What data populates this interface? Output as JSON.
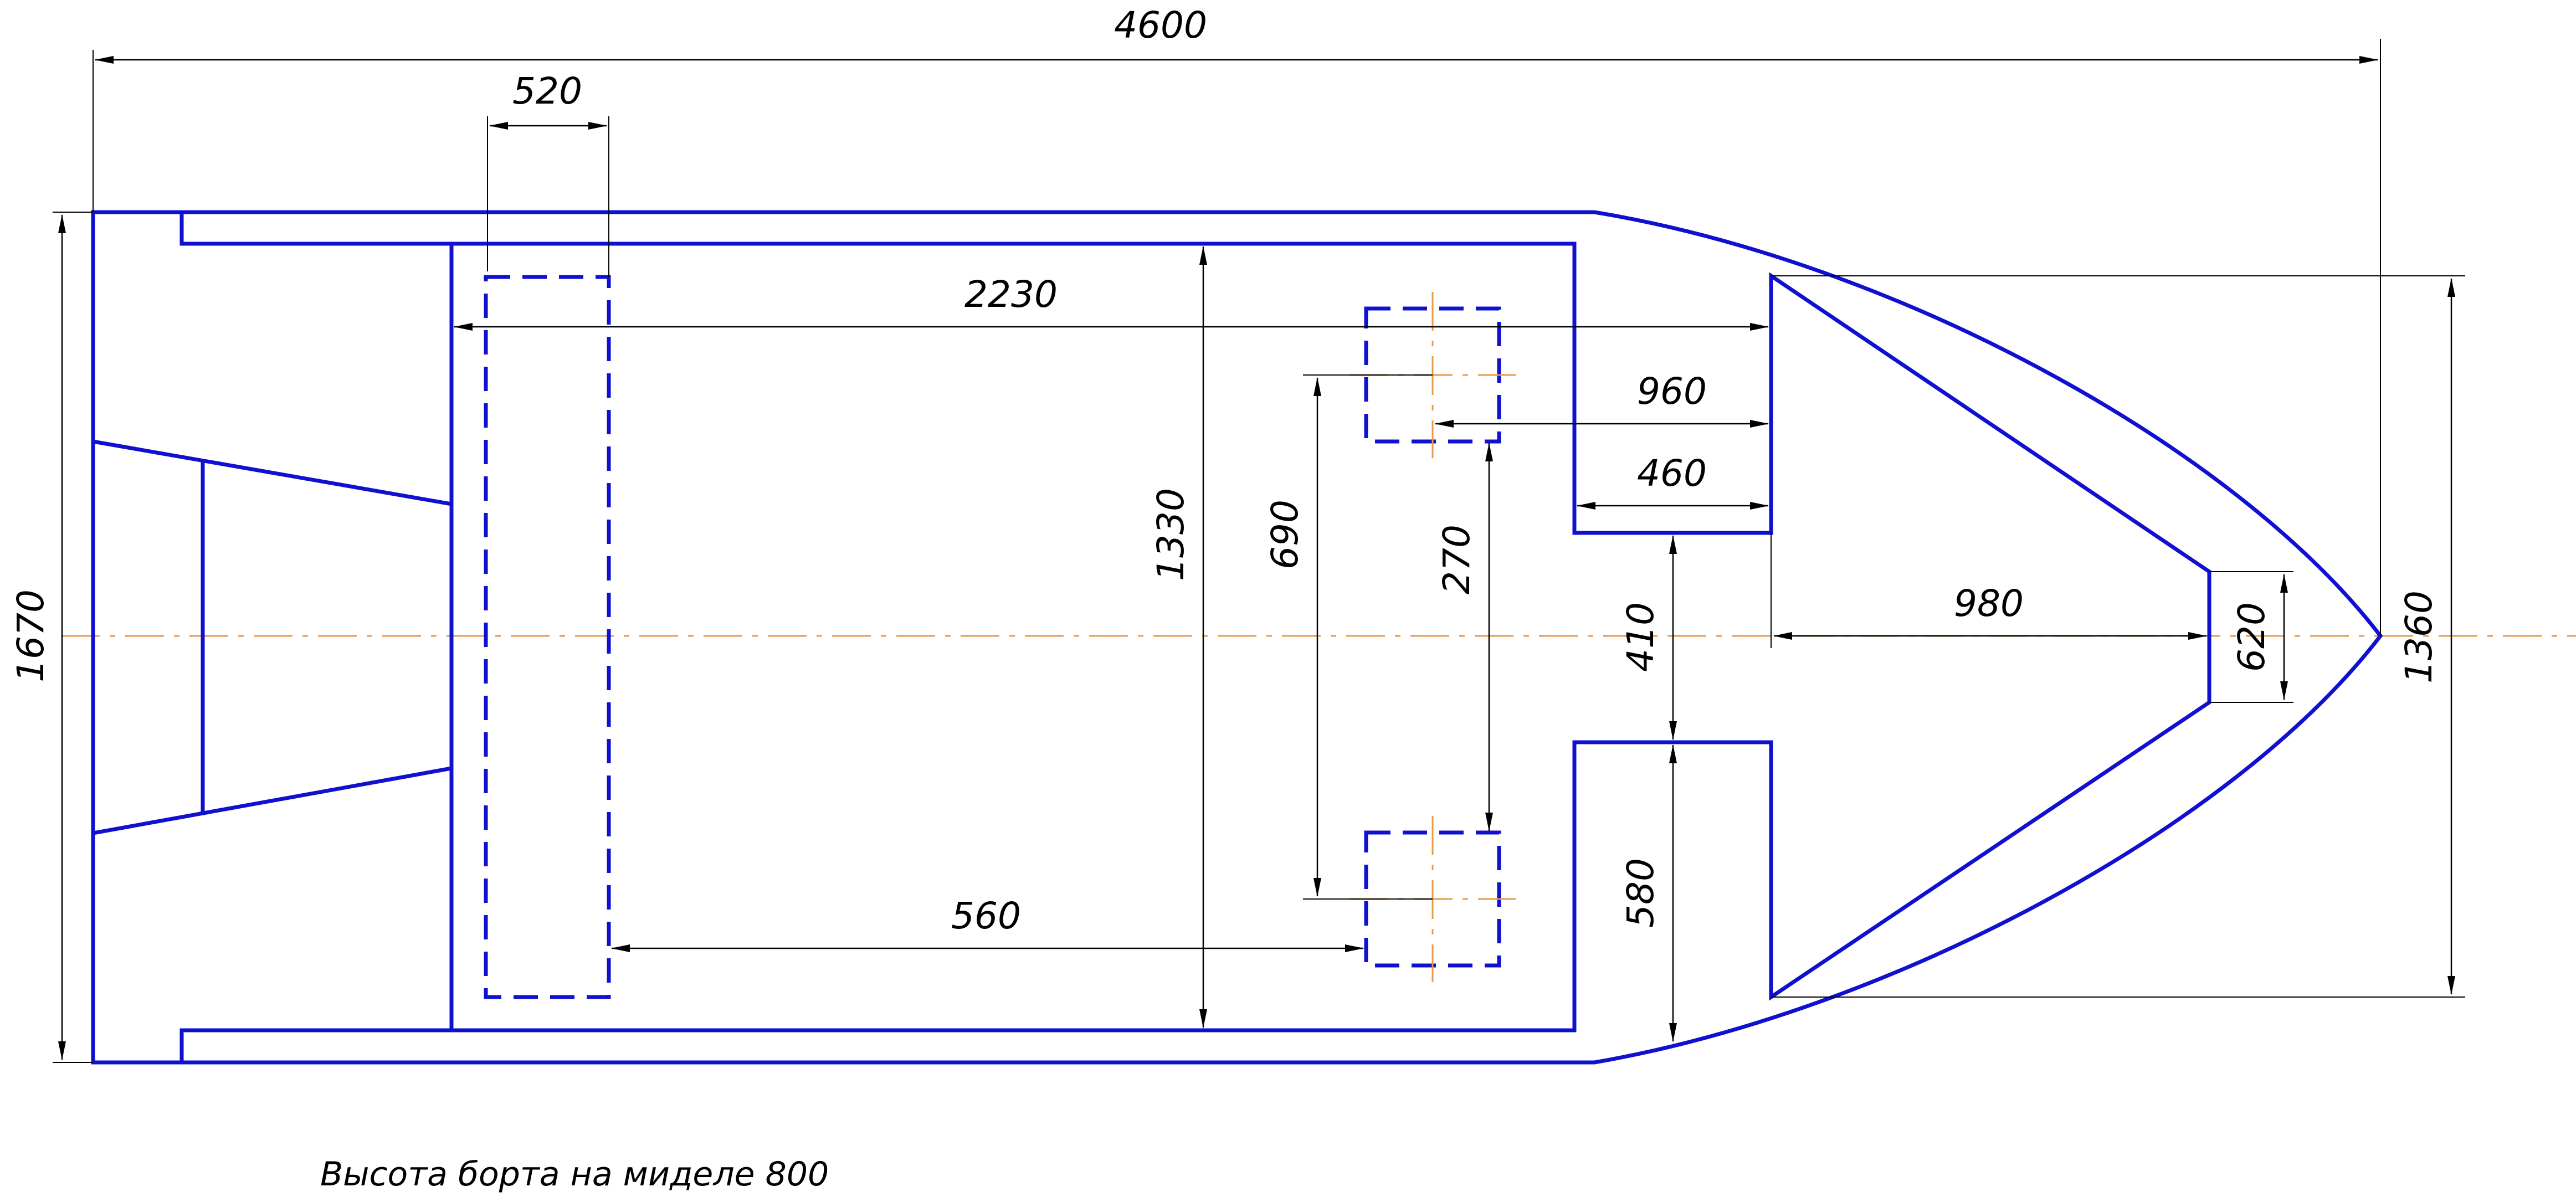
{
  "colors": {
    "hull": "#1010d0",
    "centerline": "#e69a4a",
    "dimension": "#000000",
    "background": "#ffffff"
  },
  "dimensions": {
    "overall_length": "4600",
    "overall_width": "1670",
    "bench_width": "520",
    "cockpit_length": "2230",
    "cockpit_width": "1330",
    "seat_spacing": "690",
    "seat_gap": "270",
    "bench_to_seat": "560",
    "bow_offset": "960",
    "step_depth": "460",
    "passage_width": "410",
    "side_width": "580",
    "bow_length": "980",
    "bow_tip_width": "620",
    "bow_width": "1360"
  },
  "note": "Высота борта на миделе 800"
}
